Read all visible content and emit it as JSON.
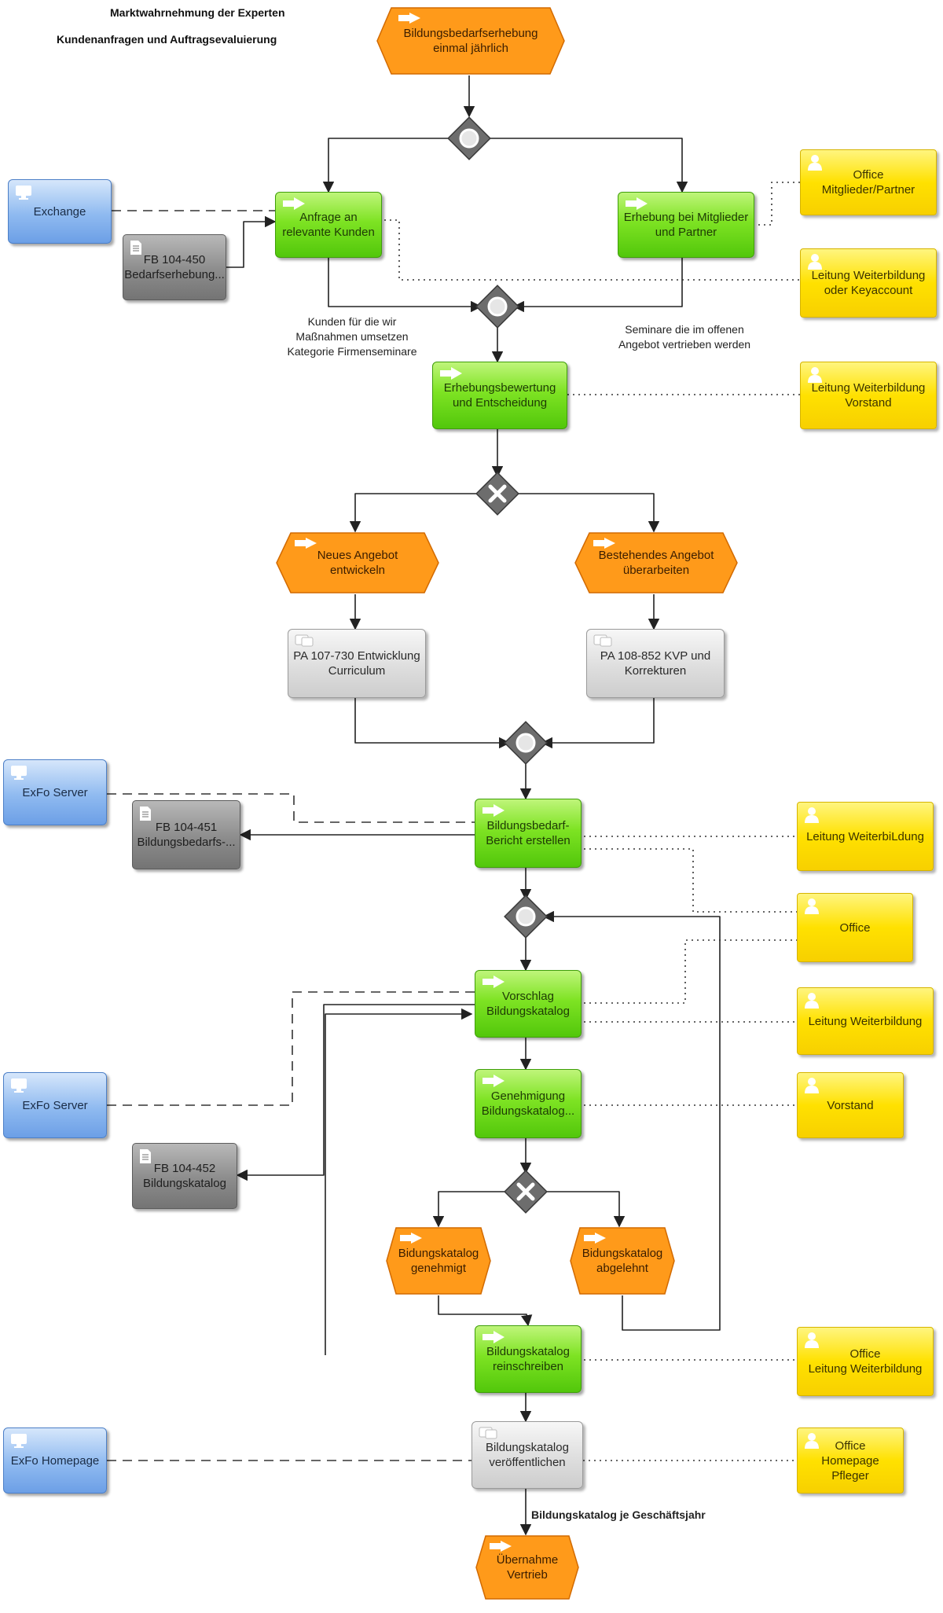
{
  "titles": {
    "main": "Marktwahrnehmung der Experten",
    "sub": "Kundenanfragen und Auftragsevaluierung"
  },
  "events": {
    "start": "Bildungsbedarfserhebung\neinmal jährlich",
    "new_offer": "Neues Angebot\nentwickeln",
    "existing_offer": "Bestehendes Angebot\nüberarbeiten",
    "approved": "Bidungskatalog\ngenehmigt",
    "rejected": "Bidungskatalog\nabgelehnt",
    "end": "Übernahme\nVertrieb"
  },
  "functions": {
    "anfrage": "Anfrage an\nrelevante Kunden",
    "erhebung_mitglieder": "Erhebung bei Mitglieder\nund Partner",
    "bewertung": "Erhebungsbewertung\nund Entscheidung",
    "bericht": "Bildungsbedarf-\nBericht erstellen",
    "vorschlag": "Vorschlag\nBildungskatalog",
    "genehmigung": "Genehmigung\nBildungskatalog...",
    "reinschreiben": "Bildungskatalog\nreinschreiben"
  },
  "processes": {
    "pa107": "PA 107-730 Entwicklung\nCurriculum",
    "pa108": "PA 108-852 KVP und\nKorrekturen",
    "publish": "Bildungskatalog\nveröffentlichen"
  },
  "systems": {
    "exchange": "Exchange",
    "exfo_server_1": "ExFo Server",
    "exfo_server_2": "ExFo Server",
    "exfo_homepage": "ExFo Homepage"
  },
  "documents": {
    "fb450": "FB 104-450\nBedarfserhebung...",
    "fb451": "FB 104-451\nBildungsbedarfs-...",
    "fb452": "FB 104-452\nBildungskatalog"
  },
  "roles": {
    "office_mitglieder": "Office\nMitglieder/Partner",
    "leitung_key": "Leitung Weiterbildung\noder Keyaccount",
    "leitung_vorstand": "Leitung Weiterbildung\nVorstand",
    "leitung_wb_1": "Leitung WeiterbiLdung",
    "office": "Office",
    "leitung_wb_2": "Leitung Weiterbildung",
    "vorstand": "Vorstand",
    "office_leitung": "Office\nLeitung Weiterbildung",
    "office_homepage": "Office\nHomepage Pfleger"
  },
  "annotations": {
    "kunden": "Kunden für die  wir\nMaßnahmen umsetzen\nKategorie Firmenseminare",
    "seminare": "Seminare die im offenen\nAngebot vertrieben werden",
    "katalog_jahr": "Bildungskatalog je Geschäftsjahr"
  },
  "gateways": {
    "and_symbol": "AND",
    "xor_symbol": "XOR"
  },
  "colors": {
    "function": "#7ee323",
    "event": "#ff9a1a",
    "system": "#8fbaf0",
    "role": "#ffe100",
    "document": "#8c8c8c",
    "process": "#dedede",
    "gateway": "#707070"
  },
  "icons": {
    "function": "function-arrow-icon",
    "event": "event-arrow-icon",
    "system": "monitor-icon",
    "role": "person-icon",
    "document": "document-icon",
    "process": "process-interface-icon"
  }
}
